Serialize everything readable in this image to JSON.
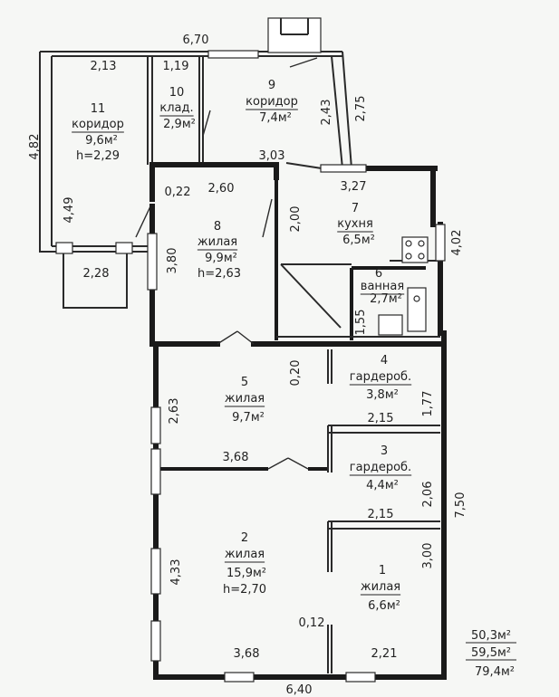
{
  "rooms": [
    {
      "num": "11",
      "name": "коридор",
      "area": "9,6м²",
      "height": "h=2,29"
    },
    {
      "num": "10",
      "name": "клад.",
      "area": "2,9м²"
    },
    {
      "num": "9",
      "name": "коридор",
      "area": "7,4м²"
    },
    {
      "num": "8",
      "name": "жилая",
      "area": "9,9м²",
      "height": "h=2,63"
    },
    {
      "num": "7",
      "name": "кухня",
      "area": "6,5м²"
    },
    {
      "num": "6",
      "name": "ванная",
      "area": "2,7м²"
    },
    {
      "num": "5",
      "name": "жилая",
      "area": "9,7м²"
    },
    {
      "num": "4",
      "name": "гардероб.",
      "area": "3,8м²"
    },
    {
      "num": "3",
      "name": "гардероб.",
      "area": "4,4м²"
    },
    {
      "num": "2",
      "name": "жилая",
      "area": "15,9м²",
      "height": "h=2,70"
    },
    {
      "num": "1",
      "name": "жилая",
      "area": "6,6м²"
    }
  ],
  "dimensions": {
    "top_width": "6,70",
    "corridor11_top": "2,13",
    "pantry_top": "1,19",
    "left_outer": "4,82",
    "corridor11_inner": "4,49",
    "porch": "2,28",
    "room8_left": "3,80",
    "room8_wall": "0,22",
    "room8_top": "2,60",
    "room8_right": "2,00",
    "corridor9_bottom": "3,03",
    "kitchen_top": "3,27",
    "corridor9_right_inner": "2,43",
    "corridor9_right_outer": "2,75",
    "kitchen_right": "4,02",
    "bath_height": "1,55",
    "room5_wall": "0,20",
    "wardrobe4_right": "1,77",
    "wardrobe4_bottom": "2,15",
    "room5_left": "2,63",
    "room5_bottom": "3,68",
    "wardrobe3_right": "2,06",
    "wardrobe3_bottom": "2,15",
    "overall_right": "7,50",
    "room2_left": "4,33",
    "room1_right": "3,00",
    "room1_wall": "0,12",
    "room2_bottom": "3,68",
    "room1_bottom": "2,21",
    "bottom_width": "6,40"
  },
  "totals": [
    "50,3м²",
    "59,5м²",
    "79,4м²"
  ]
}
